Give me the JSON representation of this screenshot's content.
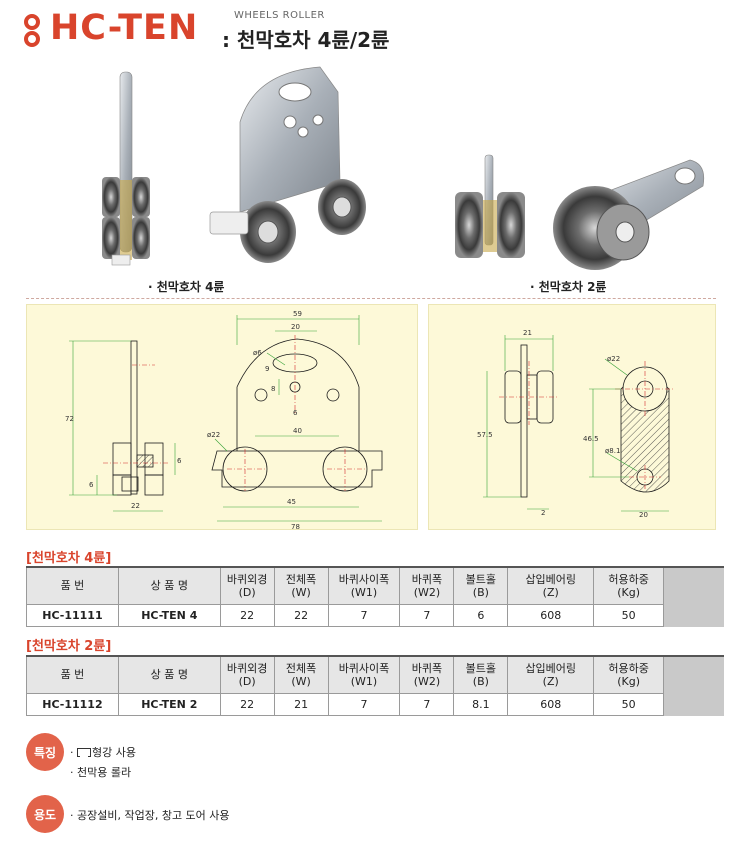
{
  "header": {
    "brand": "HC-TEN",
    "subtitle_en": "WHEELS ROLLER",
    "subtitle_ko": ": 천막호차 4륜/2륜"
  },
  "photos": {
    "caption_4": "· 천막호차 4륜",
    "caption_2": "· 천막호차 2륜"
  },
  "drawing_4": {
    "dims": [
      "59",
      "20",
      "ø6",
      "9",
      "8",
      "6",
      "40",
      "72",
      "ø22",
      "6",
      "6",
      "22",
      "45",
      "78"
    ]
  },
  "drawing_2": {
    "dims": [
      "21",
      "ø22",
      "57.5",
      "46.5",
      "ø8.1",
      "2",
      "20"
    ]
  },
  "table_4": {
    "title": "[천막호차 4륜]",
    "headers": [
      [
        "품 번",
        ""
      ],
      [
        "상 품 명",
        ""
      ],
      [
        "바퀴외경",
        "(D)"
      ],
      [
        "전체폭",
        "(W)"
      ],
      [
        "바퀴사이폭",
        "(W1)"
      ],
      [
        "바퀴폭",
        "(W2)"
      ],
      [
        "볼트홀",
        "(B)"
      ],
      [
        "삽입베어링",
        "(Z)"
      ],
      [
        "허용하중",
        "(Kg)"
      ]
    ],
    "row": [
      "HC-11111",
      "HC-TEN 4",
      "22",
      "22",
      "7",
      "7",
      "6",
      "608",
      "50"
    ]
  },
  "table_2": {
    "title": "[천막호차 2륜]",
    "headers": [
      [
        "품 번",
        ""
      ],
      [
        "상 품 명",
        ""
      ],
      [
        "바퀴외경",
        "(D)"
      ],
      [
        "전체폭",
        "(W)"
      ],
      [
        "바퀴사이폭",
        "(W1)"
      ],
      [
        "바퀴폭",
        "(W2)"
      ],
      [
        "볼트홀",
        "(B)"
      ],
      [
        "삽입베어링",
        "(Z)"
      ],
      [
        "허용하중",
        "(Kg)"
      ]
    ],
    "row": [
      "HC-11112",
      "HC-TEN 2",
      "22",
      "21",
      "7",
      "7",
      "8.1",
      "608",
      "50"
    ]
  },
  "features": {
    "label": "특징",
    "items": [
      "·",
      "형강 사용",
      "· 천막용 롤라"
    ],
    "icon": "c-channel-icon"
  },
  "usage": {
    "label": "용도",
    "items": [
      "· 공장설비, 작업장, 창고 도어 사용"
    ]
  }
}
